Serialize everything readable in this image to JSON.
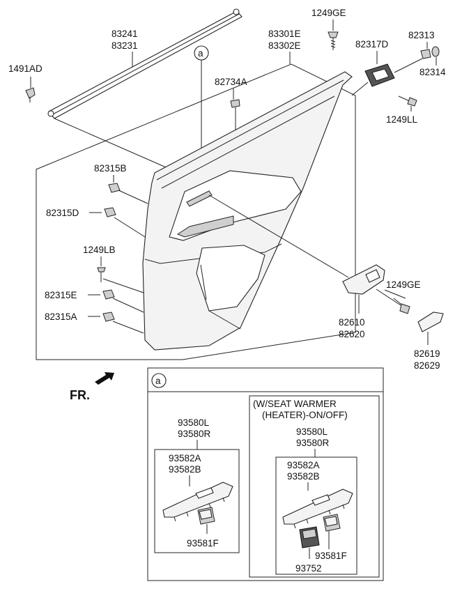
{
  "callouts": {
    "p83241": "83241",
    "p83231": "83231",
    "p1491AD": "1491AD",
    "p1249GE_top": "1249GE",
    "p83301E": "83301E",
    "p83302E": "83302E",
    "p82317D": "82317D",
    "p82313": "82313",
    "p82314": "82314",
    "p1249LL": "1249LL",
    "p82734A": "82734A",
    "p82315B": "82315B",
    "p82315D": "82315D",
    "p1249LB": "1249LB",
    "p82315E": "82315E",
    "p82315A": "82315A",
    "p1249GE_mid": "1249GE",
    "p82610": "82610",
    "p82620": "82620",
    "p82619": "82619",
    "p82629": "82629",
    "ref_a_main": "a",
    "ref_a_inset": "a",
    "fr": "FR."
  },
  "inset": {
    "left": {
      "p93580L": "93580L",
      "p93580R": "93580R",
      "p93582A": "93582A",
      "p93582B": "93582B",
      "p93581F": "93581F"
    },
    "right": {
      "note_line1": "(W/SEAT WARMER",
      "note_line2": "(HEATER)-ON/OFF)",
      "p93580L": "93580L",
      "p93580R": "93580R",
      "p93582A": "93582A",
      "p93582B": "93582B",
      "p93581F": "93581F",
      "p93752": "93752"
    }
  }
}
